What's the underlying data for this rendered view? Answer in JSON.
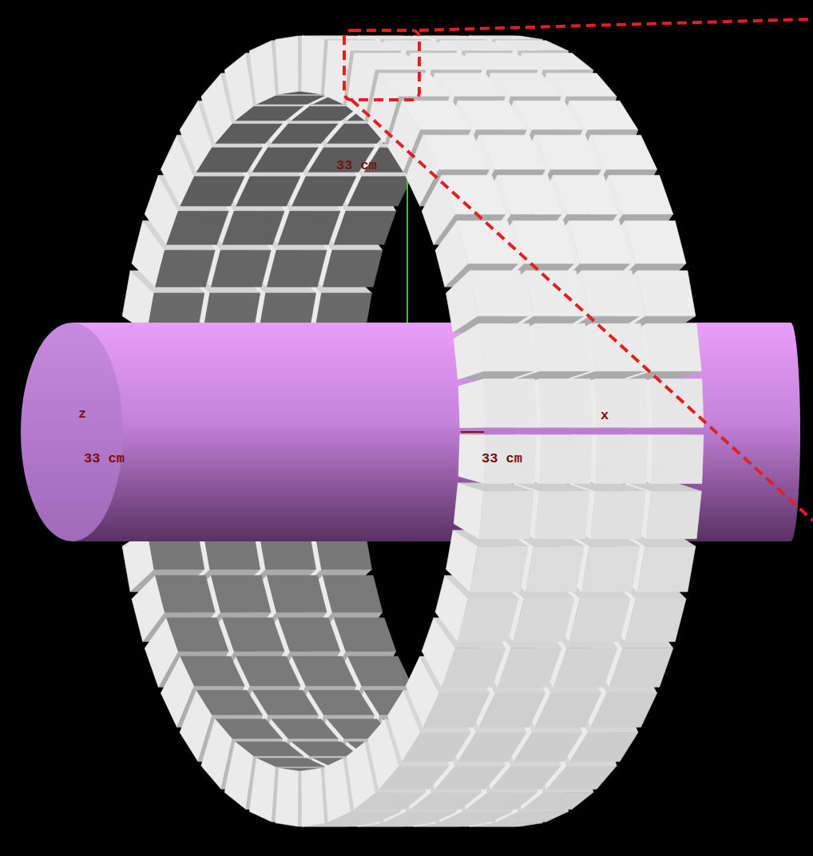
{
  "diagram": {
    "labels": [
      "33 cm",
      "z",
      "33 cm",
      "x",
      "33 cm"
    ]
  }
}
